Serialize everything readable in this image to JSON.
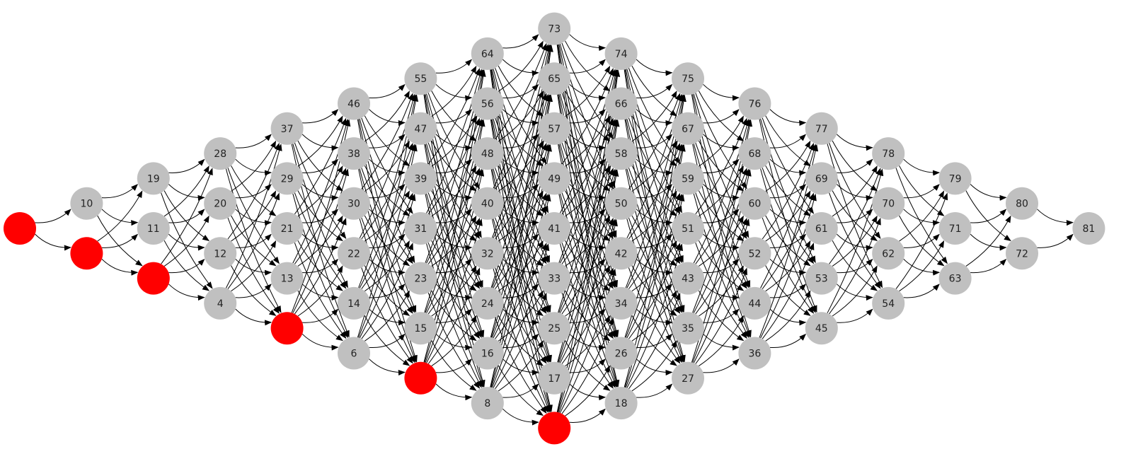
{
  "graph": {
    "node_color": "#c0c0c0",
    "highlight_color": "#ff0000",
    "edge_color": "#000000",
    "grid_size": 9,
    "highlighted_nodes": [
      1,
      2,
      3,
      5,
      7,
      9
    ],
    "shown_labels": [
      "4",
      "6",
      "8",
      "10",
      "11",
      "12",
      "13",
      "14",
      "15",
      "16",
      "17",
      "18",
      "19",
      "20",
      "21",
      "22",
      "23",
      "24",
      "25",
      "26",
      "27",
      "28",
      "29",
      "30",
      "31",
      "32",
      "33",
      "34",
      "35",
      "36",
      "37",
      "38",
      "39",
      "40",
      "41",
      "42",
      "43",
      "44",
      "45",
      "46",
      "47",
      "48",
      "49",
      "50",
      "51",
      "52",
      "53",
      "54",
      "55",
      "56",
      "57",
      "58",
      "59",
      "60",
      "61",
      "62",
      "63",
      "64",
      "65",
      "66",
      "67",
      "68",
      "69",
      "70",
      "71",
      "72",
      "73",
      "74",
      "75",
      "76",
      "77",
      "78",
      "79",
      "80",
      "81"
    ]
  }
}
